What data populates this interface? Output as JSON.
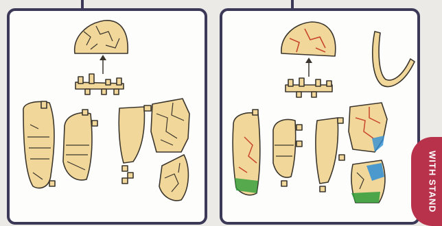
{
  "badge": {
    "label": "WITH STAND"
  },
  "colors": {
    "frame": "#3b3858",
    "piece_fill": "#f2d79a",
    "outline": "#3a352c",
    "vein_red": "#c8462d",
    "vein_blue": "#2f8fd6",
    "vein_green": "#2f9d3b",
    "badge_bg": "#b8324b"
  },
  "panels": [
    {
      "name": "unpainted-parts",
      "painted": false
    },
    {
      "name": "painted-parts-with-stand",
      "painted": true
    }
  ]
}
